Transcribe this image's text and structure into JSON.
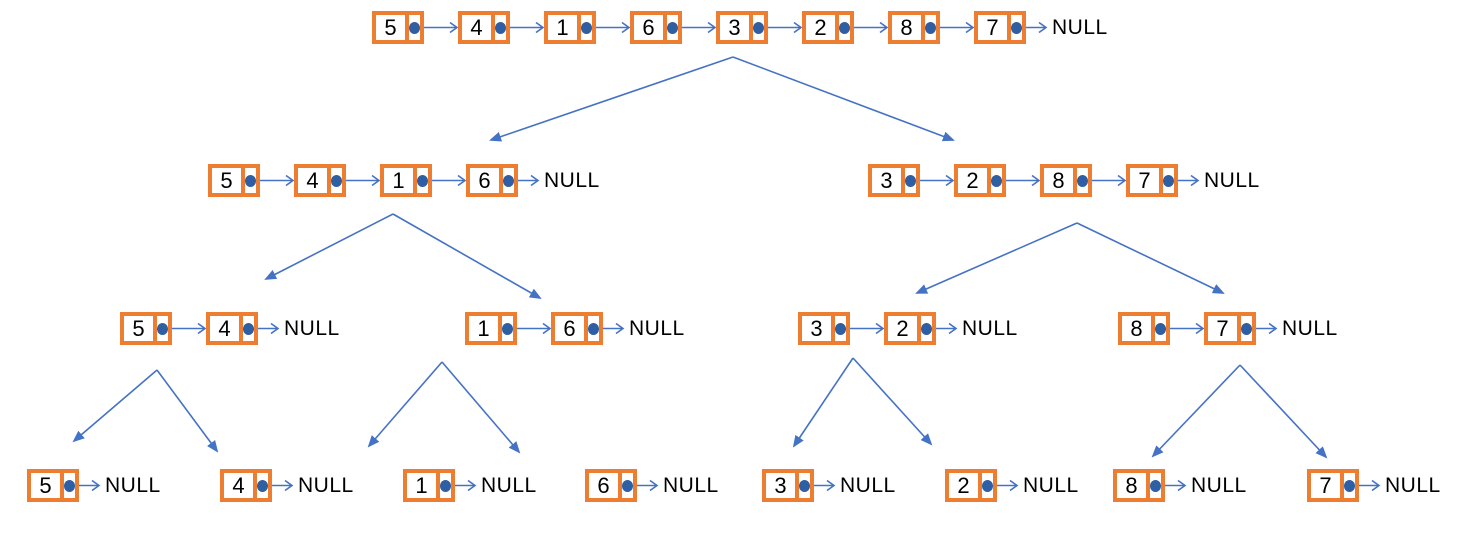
{
  "null_label": "NULL",
  "colors": {
    "node_border": "#ED7D31",
    "pointer_dot": "#2E5FA3",
    "arrow": "#4472C4",
    "text": "#000000",
    "background": "#FFFFFF"
  },
  "lists": [
    {
      "id": "top",
      "level": 0,
      "values": [
        "5",
        "4",
        "1",
        "6",
        "3",
        "2",
        "8",
        "7"
      ]
    },
    {
      "id": "l1-left",
      "level": 1,
      "values": [
        "5",
        "4",
        "1",
        "6"
      ]
    },
    {
      "id": "l1-right",
      "level": 1,
      "values": [
        "3",
        "2",
        "8",
        "7"
      ]
    },
    {
      "id": "l2-a",
      "level": 2,
      "values": [
        "5",
        "4"
      ]
    },
    {
      "id": "l2-b",
      "level": 2,
      "values": [
        "1",
        "6"
      ]
    },
    {
      "id": "l2-c",
      "level": 2,
      "values": [
        "3",
        "2"
      ]
    },
    {
      "id": "l2-d",
      "level": 2,
      "values": [
        "8",
        "7"
      ]
    },
    {
      "id": "l3-a",
      "level": 3,
      "values": [
        "5"
      ]
    },
    {
      "id": "l3-b",
      "level": 3,
      "values": [
        "4"
      ]
    },
    {
      "id": "l3-c",
      "level": 3,
      "values": [
        "1"
      ]
    },
    {
      "id": "l3-d",
      "level": 3,
      "values": [
        "6"
      ]
    },
    {
      "id": "l3-e",
      "level": 3,
      "values": [
        "3"
      ]
    },
    {
      "id": "l3-f",
      "level": 3,
      "values": [
        "2"
      ]
    },
    {
      "id": "l3-g",
      "level": 3,
      "values": [
        "8"
      ]
    },
    {
      "id": "l3-h",
      "level": 3,
      "values": [
        "7"
      ]
    }
  ],
  "splits": [
    {
      "from": "top",
      "to": [
        "l1-left",
        "l1-right"
      ]
    },
    {
      "from": "l1-left",
      "to": [
        "l2-a",
        "l2-b"
      ]
    },
    {
      "from": "l1-right",
      "to": [
        "l2-c",
        "l2-d"
      ]
    },
    {
      "from": "l2-a",
      "to": [
        "l3-a",
        "l3-b"
      ]
    },
    {
      "from": "l2-b",
      "to": [
        "l3-c",
        "l3-d"
      ]
    },
    {
      "from": "l2-c",
      "to": [
        "l3-e",
        "l3-f"
      ]
    },
    {
      "from": "l2-d",
      "to": [
        "l3-g",
        "l3-h"
      ]
    }
  ]
}
